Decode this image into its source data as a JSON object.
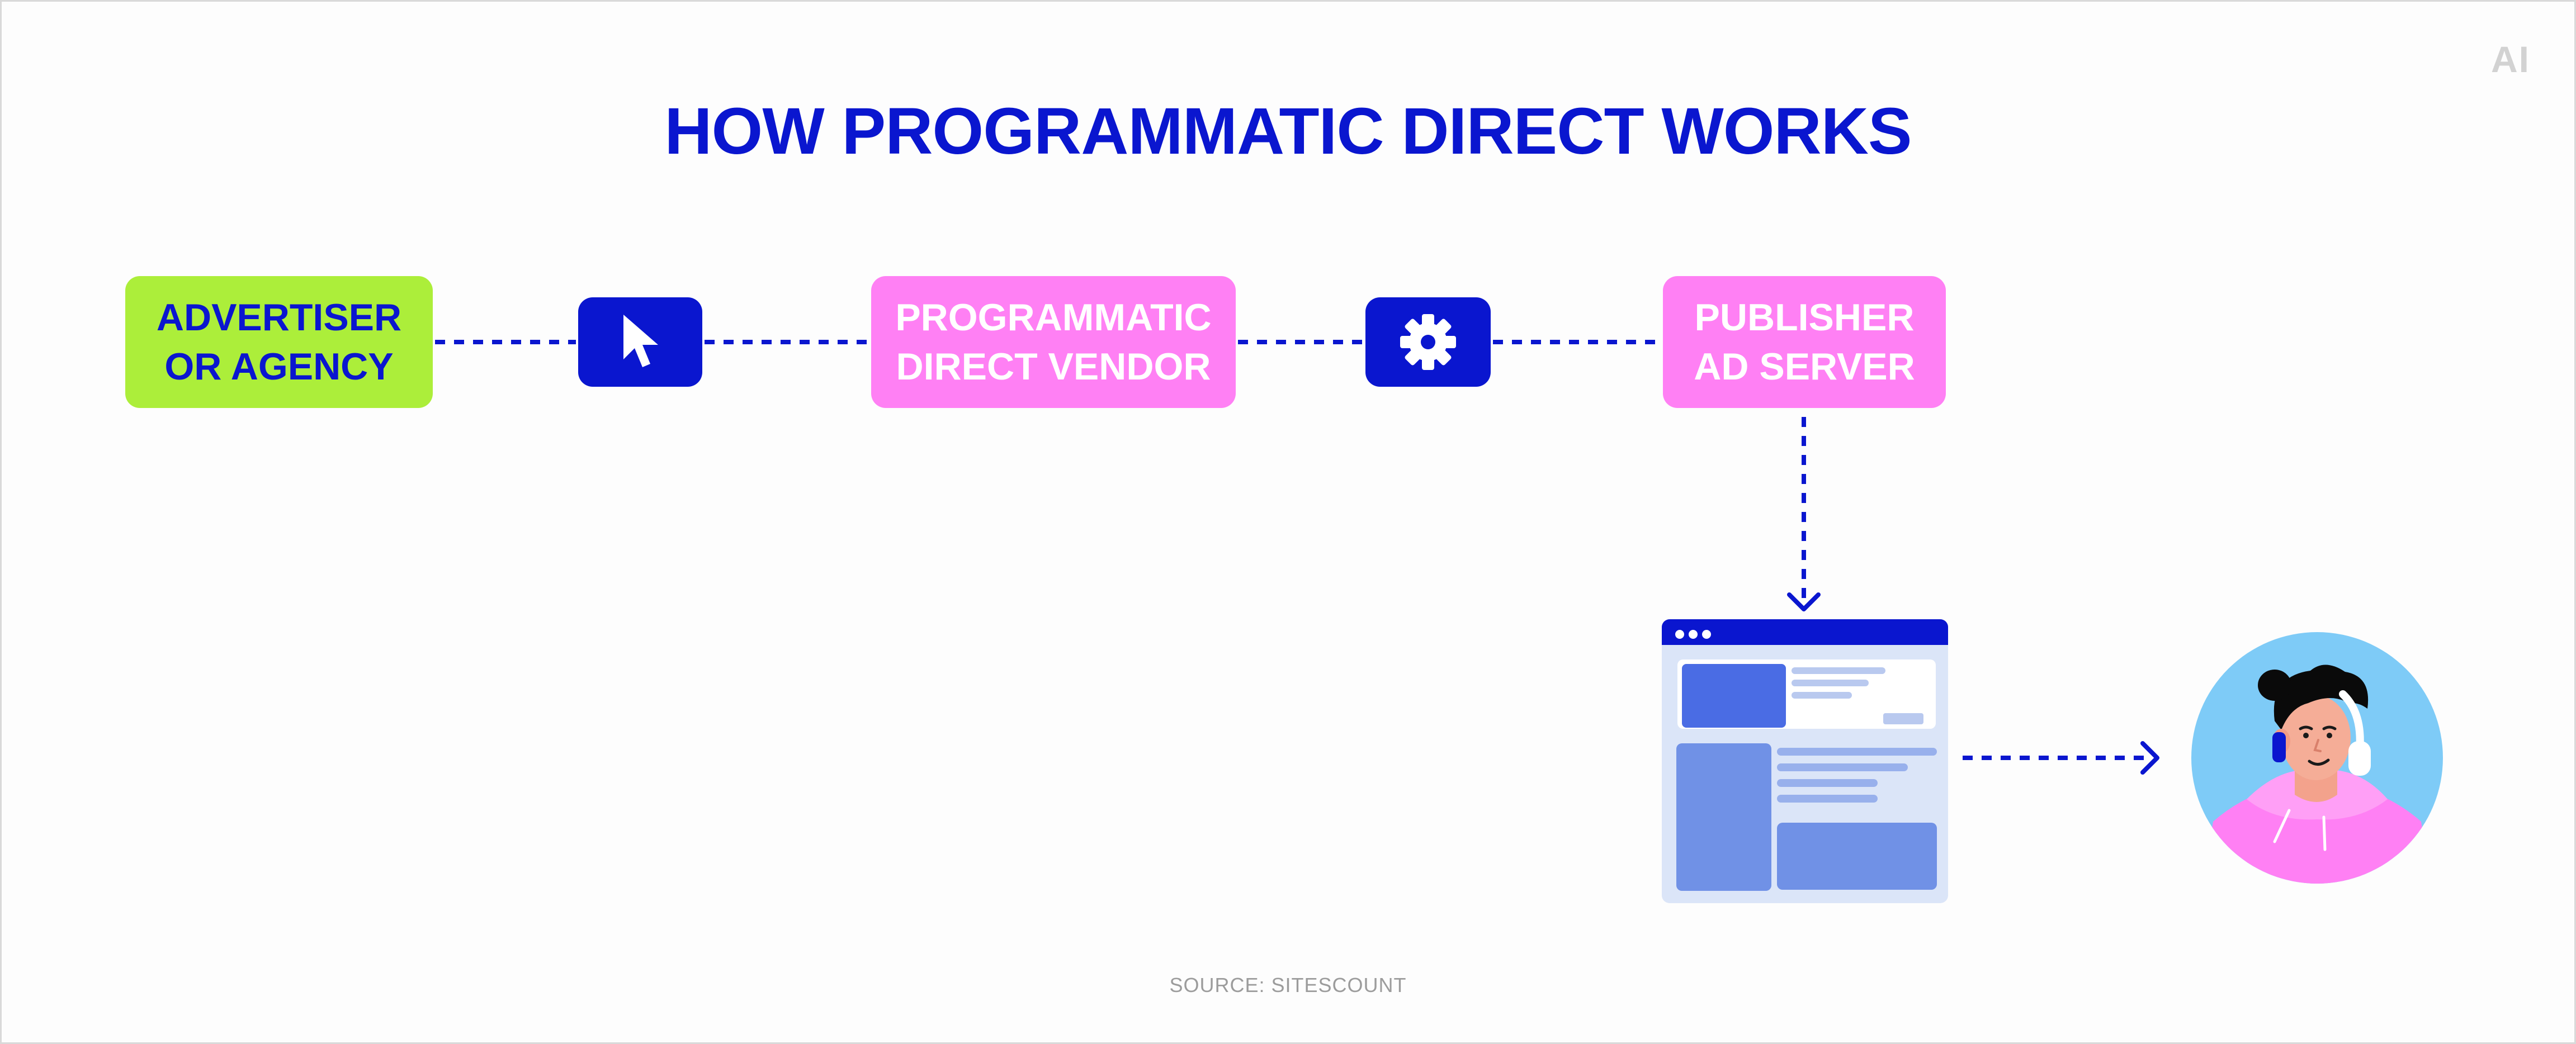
{
  "logo_text": "AI",
  "title": "HOW PROGRAMMATIC DIRECT WORKS",
  "nodes": {
    "advertiser": {
      "line1": "ADVERTISER",
      "line2": "OR AGENCY"
    },
    "vendor": {
      "line1": "PROGRAMMATIC",
      "line2": "DIRECT VENDOR"
    },
    "publisher": {
      "line1": "PUBLISHER",
      "line2": "AD SERVER"
    }
  },
  "icons": {
    "cursor": "cursor-icon",
    "gear": "gear-icon",
    "webpage": "webpage-icon",
    "user": "user-avatar"
  },
  "colors": {
    "blue": "#0a16cf",
    "green": "#acee3a",
    "pink": "#ff80f4",
    "light_blue": "#7ecbf7"
  },
  "source": "SOURCE: SITESCOUNT"
}
